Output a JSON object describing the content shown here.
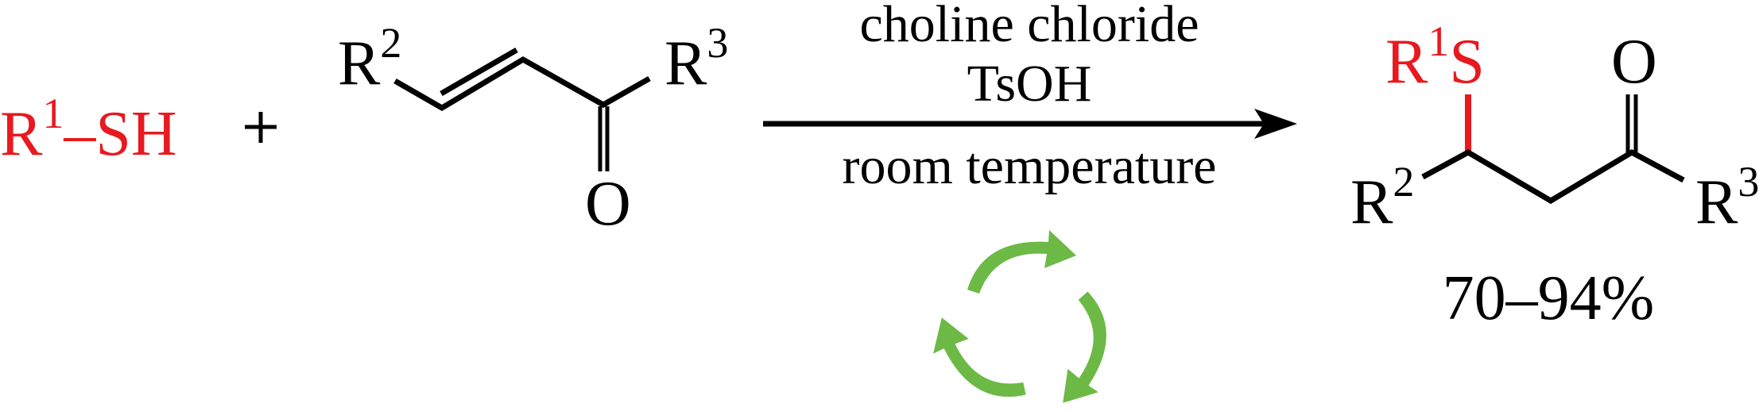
{
  "reactant_thiol": {
    "r": "R",
    "sup": "1",
    "rest": "–SH"
  },
  "plus": "+",
  "enone": {
    "r2": "R",
    "r2_sup": "2",
    "r3": "R",
    "r3_sup": "3",
    "oxygen": "O"
  },
  "conditions": {
    "line1": "choline chloride",
    "line2": "TsOH",
    "line3": "room temperature"
  },
  "product": {
    "r1s_r": "R",
    "r1s_sup": "1",
    "r1s_s": "S",
    "oxygen": "O",
    "r2": "R",
    "r2_sup": "2",
    "r3": "R",
    "r3_sup": "3"
  },
  "yield": "70–94%",
  "icons": {
    "recycle": "recycle-icon"
  },
  "colors": {
    "highlight": "#e8191f",
    "recycle": "#6cb946",
    "ink": "#000000"
  }
}
